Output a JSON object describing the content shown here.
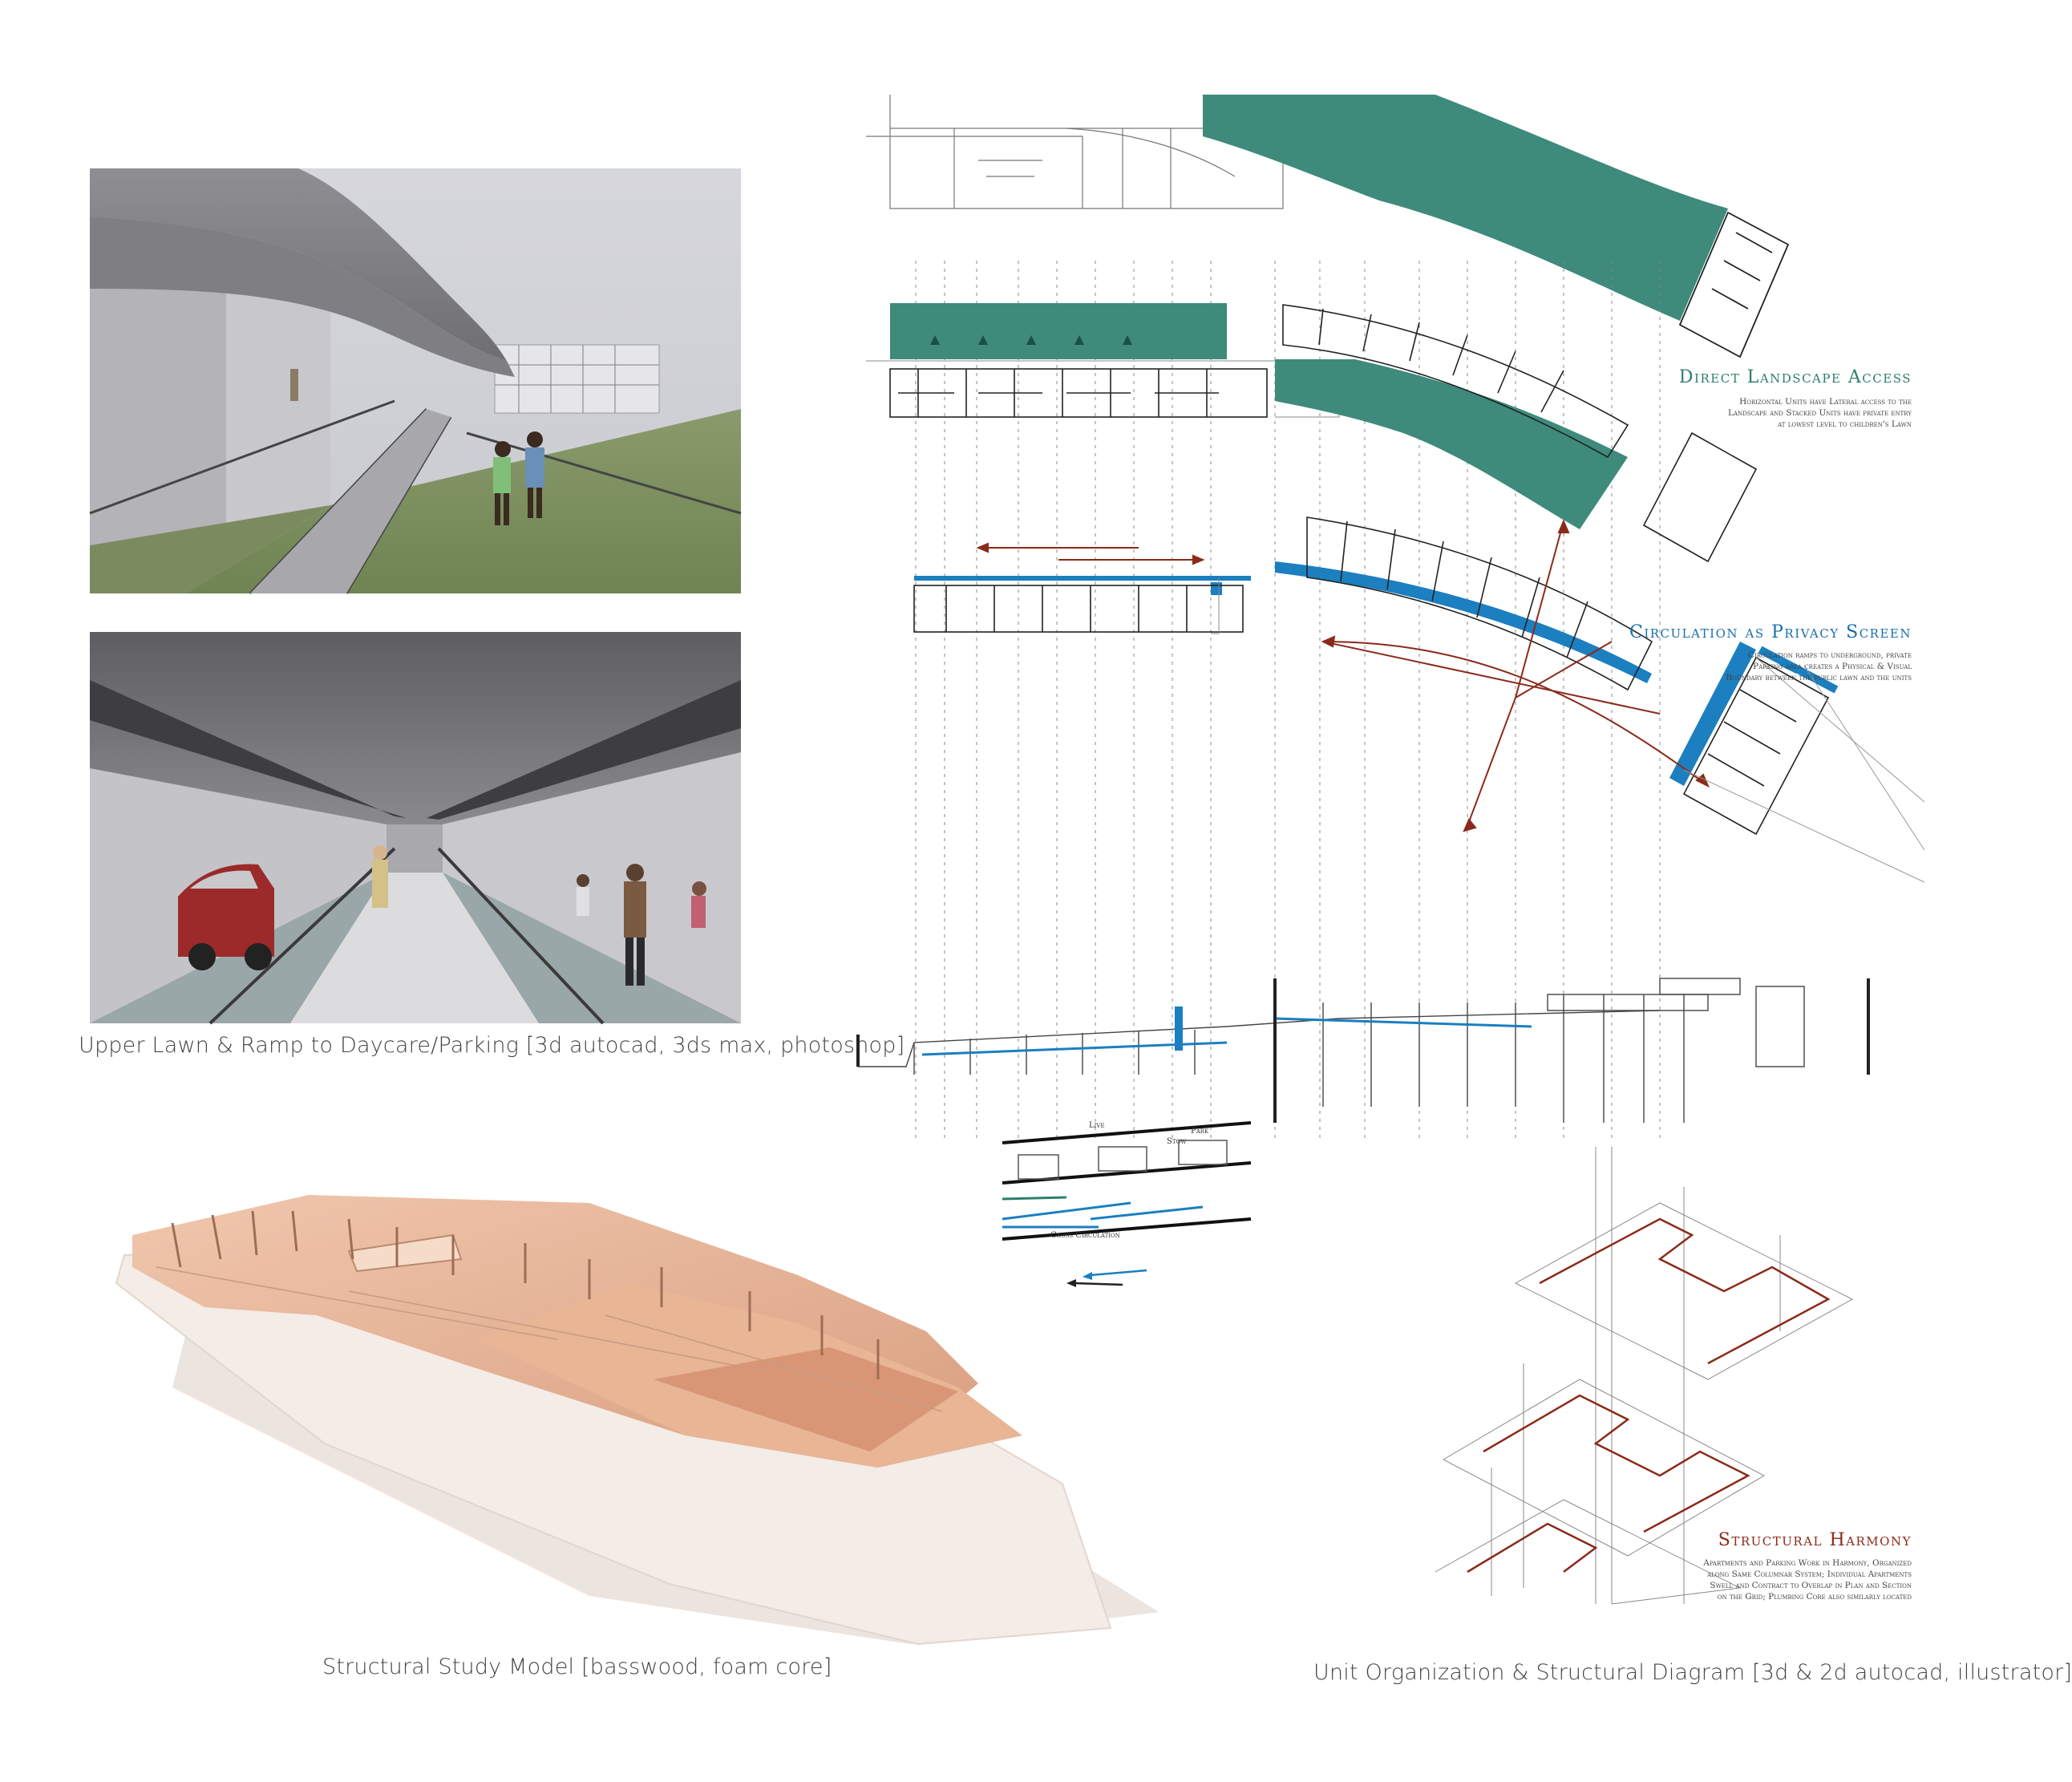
{
  "captions": {
    "render": "Upper Lawn & Ramp to Daycare/Parking [3d autocad, 3ds max, photoshop]",
    "model": "Structural Study Model [basswood, foam core]",
    "diagram": "Unit Organization & Structural Diagram [3d & 2d autocad, illustrator]"
  },
  "annotations": [
    {
      "title": "Direct Landscape Access",
      "body": "Horizontal Units have Lateral access to the\nLandscape and Stacked Units have private entry\nat lowest level to children's Lawn",
      "color": "#2e7d6e"
    },
    {
      "title": "Circulation as Privacy Screen",
      "body": "Circulation ramps to underground, private\nParking area creates a Physical & Visual\nBoundary between the public lawn and the units",
      "color": "#1a6fa8"
    },
    {
      "title": "Structural Harmony",
      "body": "Apartments and Parking Work in Harmony, Organized\nalong Same Columnar System; Individual Apartments\nSwell and Contract to Overlap in Plan and Section\non the Grid; Plumbing Core also similarly located",
      "color": "#8b2a1a"
    }
  ],
  "section_labels": {
    "live": "Live",
    "stow": "Stow",
    "park": "Park",
    "cross": "Cross Circulation"
  },
  "colors": {
    "teal": "#3e8a7b",
    "blue": "#1b7fc0",
    "arrow_red": "#8b2a1a",
    "line": "#555555"
  }
}
